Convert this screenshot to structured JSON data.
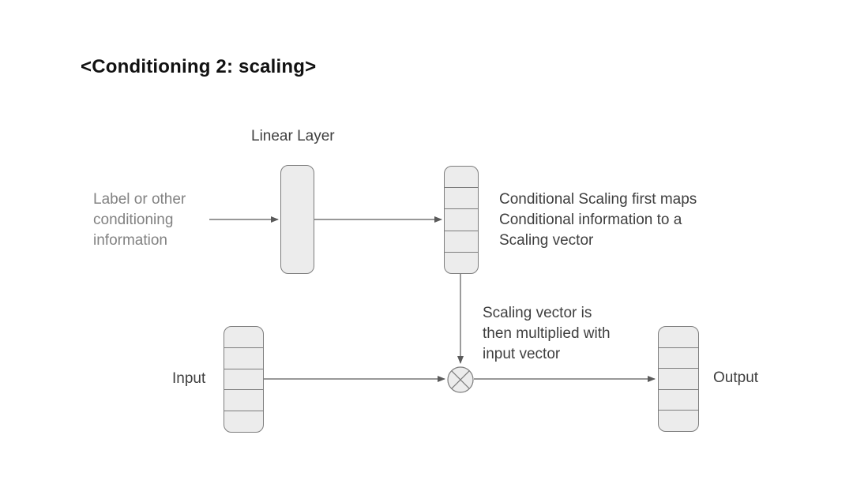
{
  "title": "<Conditioning 2: scaling>",
  "labels": {
    "linear_layer": "Linear Layer",
    "conditioning_input": "Label or other\nconditioning\ninformation",
    "scaling_note": "Conditional Scaling first maps\nConditional information to a\nScaling vector",
    "multiply_note": "Scaling vector is\nthen multiplied with\ninput vector",
    "input": "Input",
    "output": "Output"
  },
  "icons": {
    "multiply": "circle-times ⊗"
  },
  "shapes": {
    "scaling_vector": {
      "cells": 5
    },
    "input_vector": {
      "cells": 5
    },
    "output_vector": {
      "cells": 5
    }
  },
  "colors": {
    "background": "#ffffff",
    "title_text": "#111111",
    "dark_text": "#3f3f3f",
    "muted_text": "#828282",
    "shape_fill": "#ececec",
    "shape_border": "#7d7d7d",
    "line": "#5a5a5a"
  }
}
